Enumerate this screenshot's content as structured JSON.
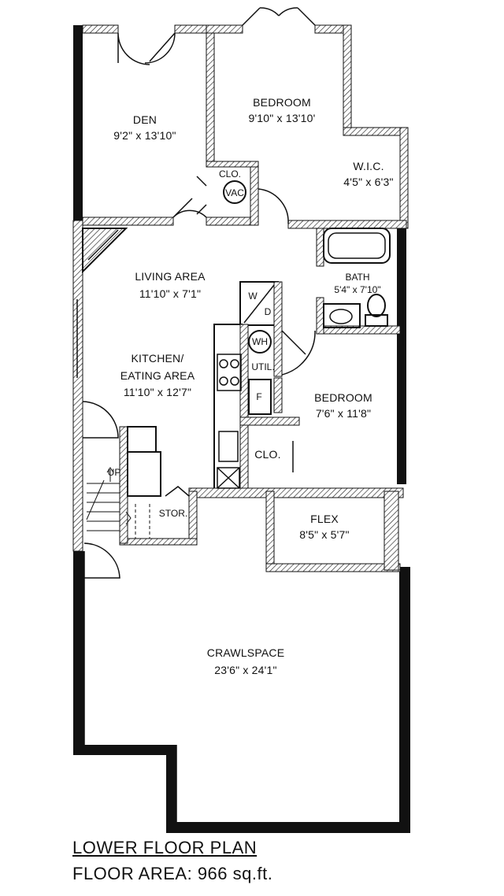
{
  "rooms": {
    "den": {
      "name": "DEN",
      "size": "9'2\" x 13'10\""
    },
    "bedroom1": {
      "name": "BEDROOM",
      "size": "9'10\" x 13'10'"
    },
    "wic": {
      "name": "W.I.C.",
      "size": "4'5\" x 6'3\""
    },
    "living": {
      "name": "LIVING AREA",
      "size": "11'10\" x 7'1\""
    },
    "bath": {
      "name": "BATH",
      "size": "5'4\" x 7'10\""
    },
    "kitchen": {
      "name_line1": "KITCHEN/",
      "name_line2": "EATING AREA",
      "size": "11'10\" x 12'7\""
    },
    "bedroom2": {
      "name": "BEDROOM",
      "size": "7'6\" x 11'8\""
    },
    "flex": {
      "name": "FLEX",
      "size": "8'5\" x 5'7\""
    },
    "crawlspace": {
      "name": "CRAWLSPACE",
      "size": "23'6\" x 24'1\""
    }
  },
  "fixtures": {
    "closet1": "CLO.",
    "vac": "VAC",
    "washer": "W",
    "dryer": "D",
    "water_heater": "WH",
    "utility": "UTIL.",
    "furnace": "F",
    "closet2": "CLO.",
    "stair": "UP",
    "storage": "STOR."
  },
  "caption": {
    "title": "LOWER FLOOR PLAN",
    "area": "FLOOR AREA: 966 sq.ft."
  }
}
